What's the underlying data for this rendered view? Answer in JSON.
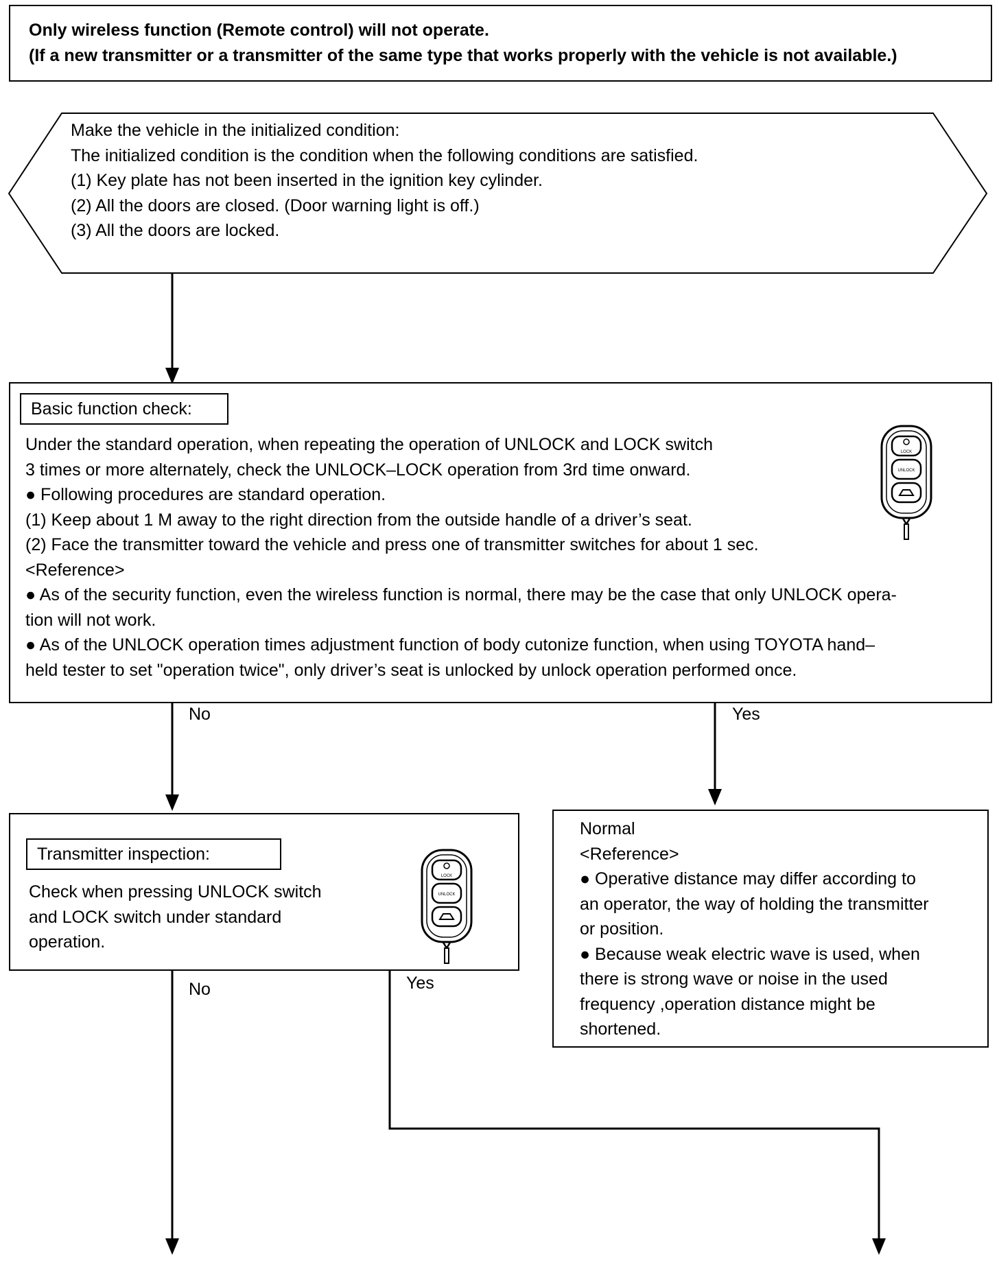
{
  "header": {
    "line1": "Only wireless function (Remote control) will not operate.",
    "line2": "(If a new transmitter or a transmitter of the same type that works properly with the vehicle is not available.)"
  },
  "condition": {
    "lines": [
      "Make the vehicle in the initialized condition:",
      "The initialized condition is the condition when the following conditions are satisfied.",
      "(1) Key plate has not been inserted in the ignition key cylinder.",
      "(2) All the doors are closed. (Door warning light is off.)",
      "(3) All the doors are locked."
    ]
  },
  "basic_check": {
    "label": "Basic function check:",
    "lines": [
      "Under the standard operation, when repeating the operation of UNLOCK and LOCK switch",
      "3 times or more alternately, check the UNLOCK–LOCK operation from 3rd time onward.",
      "● Following procedures are standard operation.",
      "(1) Keep about 1 M away to the right direction from the outside handle of a driver’s seat.",
      "(2) Face the transmitter toward the vehicle and press one of transmitter switches for about 1 sec.",
      "<Reference>",
      "● As of the security function, even the wireless function is normal, there may be the case that only UNLOCK opera-",
      "tion will not work.",
      "● As of the UNLOCK operation times adjustment function of body cutonize function, when using TOYOTA hand–",
      "held tester to set \"operation twice\", only driver’s seat is unlocked by unlock operation performed once."
    ],
    "no_label": "No",
    "yes_label": "Yes"
  },
  "transmitter_inspection": {
    "label": "Transmitter inspection:",
    "lines": [
      "Check when pressing UNLOCK switch",
      "and LOCK switch under standard",
      "operation."
    ],
    "no_label": "No",
    "yes_label": "Yes"
  },
  "normal": {
    "lines": [
      "Normal",
      "<Reference>",
      "● Operative distance may differ according to",
      "an operator, the way of holding the transmitter",
      "or position.",
      "● Because weak electric wave is used, when",
      "there is strong wave or noise in the used",
      "frequency ,operation distance might be",
      "shortened."
    ]
  },
  "fob": {
    "lock": "LOCK",
    "unlock": "UNLOCK"
  },
  "icons": [
    "key-fob-transmitter-icon",
    "arrow-down-icon"
  ]
}
